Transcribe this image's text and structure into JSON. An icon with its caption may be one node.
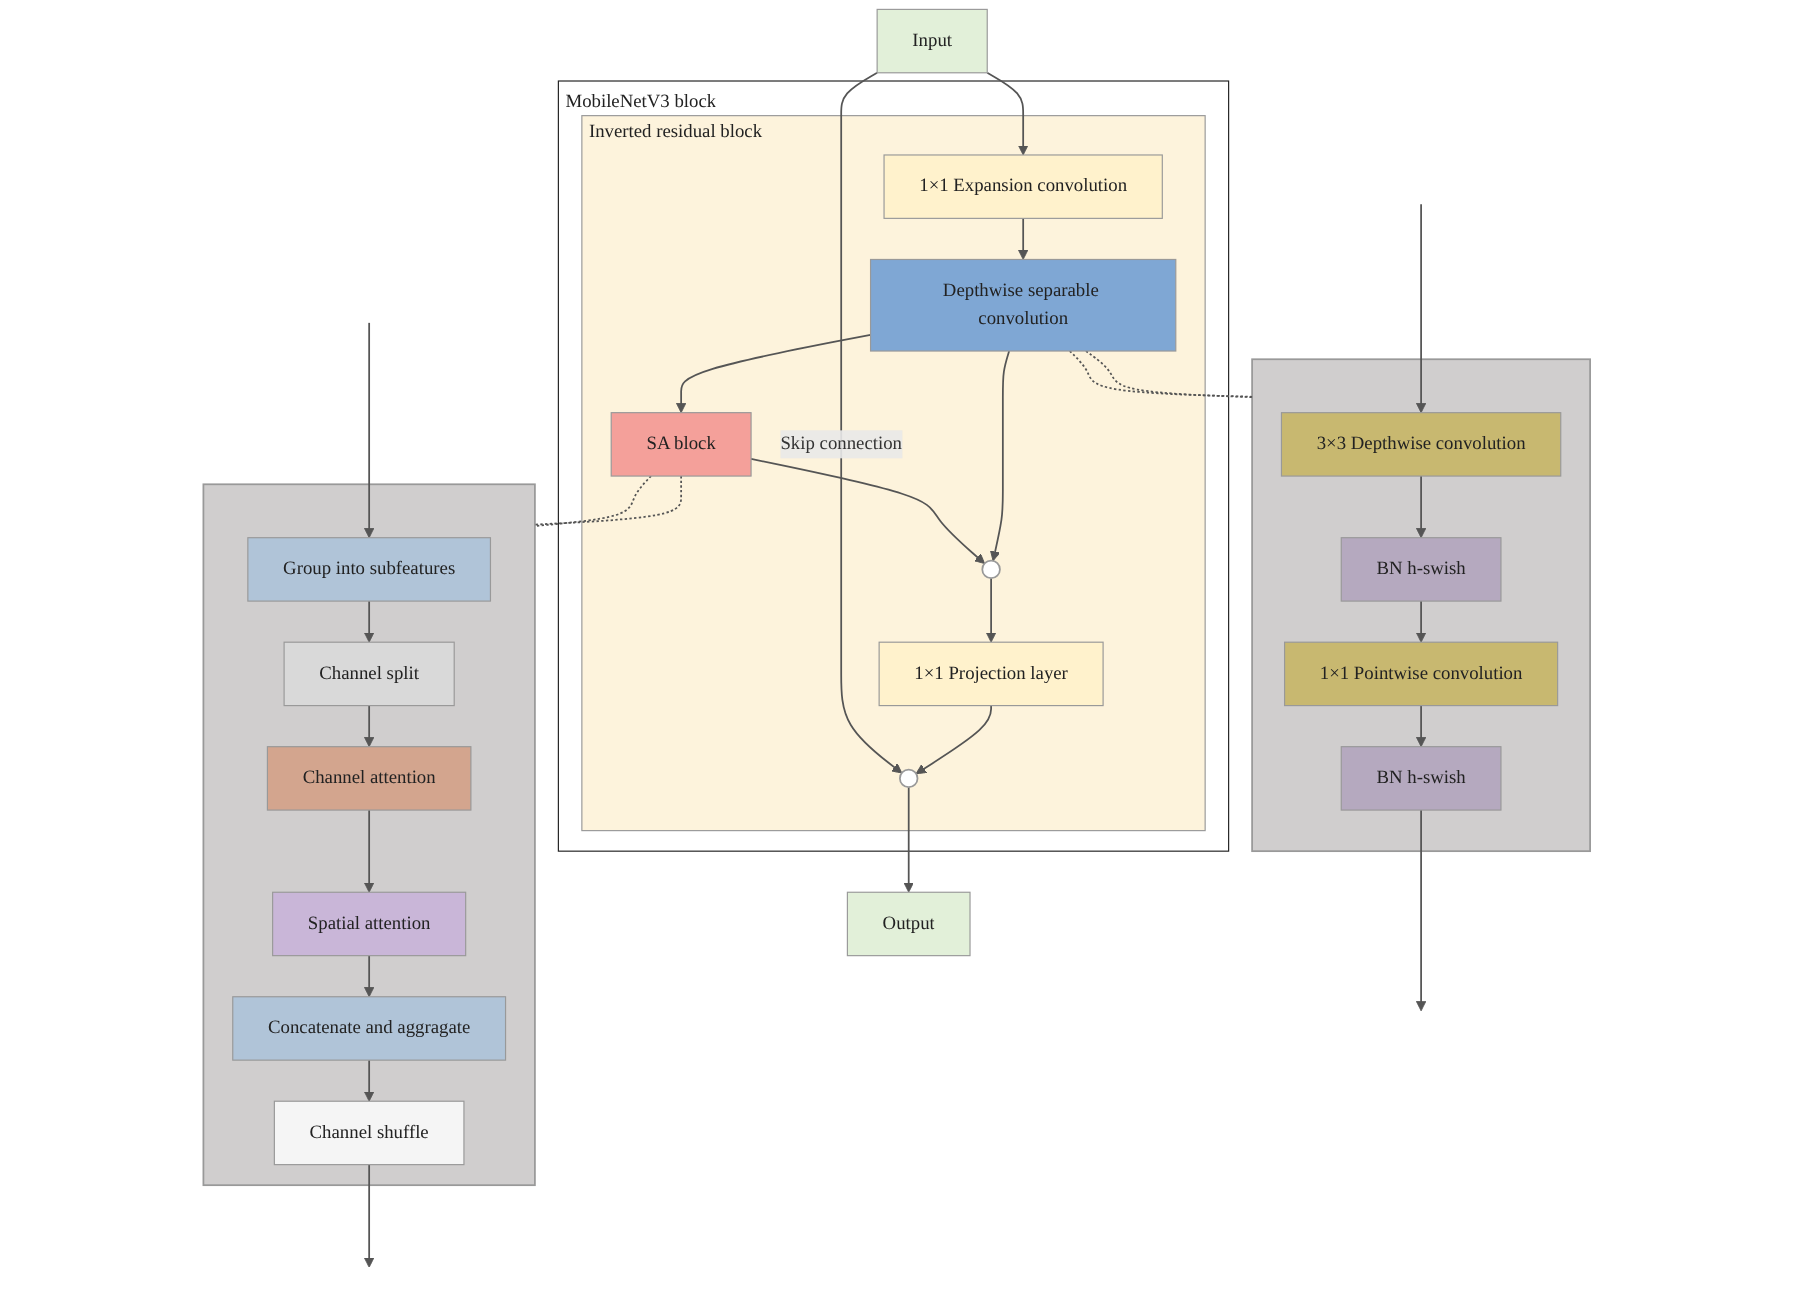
{
  "diagram": {
    "nodes": [
      {
        "text": [
          "Input"
        ]
      },
      {
        "text": [
          "MobileNetV3 block"
        ]
      },
      {
        "text": [
          "Inverted residual block"
        ],
        "in": 1
      },
      {
        "text": [
          "1×1 Expansion convolution"
        ],
        "in": 2
      },
      {
        "text": [
          "Depthwise separable convolution"
        ],
        "in": 2
      },
      {
        "text": [],
        "shape": "circle",
        "in": 2
      },
      {
        "text": [
          "SA block"
        ],
        "in": 2
      },
      {
        "text": [
          "1×1 Projection layer"
        ],
        "in": 2
      },
      {
        "text": [],
        "shape": "circle",
        "in": 2
      },
      {
        "text": [
          "Output"
        ]
      },
      {
        "text": [],
        "shape": "box"
      },
      {
        "text": [
          "3×3 Depthwise convolution"
        ],
        "in": 10
      },
      {
        "text": [
          "BN h-swish"
        ],
        "in": 10
      },
      {
        "text": [
          "1×1 Pointwise convolution"
        ],
        "in": 10
      },
      {
        "text": [
          "BN h-swish"
        ],
        "in": 10
      },
      {
        "text": [],
        "shape": "box"
      },
      {
        "text": [
          "Group into subfeatures"
        ],
        "in": 15
      },
      {
        "text": [
          "Channel split"
        ],
        "in": 15
      },
      {
        "text": [
          "Channel attention"
        ],
        "in": 15
      },
      {
        "text": [
          "Spatial attention"
        ],
        "in": 15
      },
      {
        "text": [
          "Concatenate and aggragate"
        ],
        "in": 15
      },
      {
        "text": [
          "Channel shuffle"
        ],
        "in": 15
      }
    ],
    "edges": [
      {
        "from": 0,
        "to": 3,
        "arrow": "to"
      },
      {
        "from": 3,
        "to": 4,
        "arrow": "to"
      },
      {
        "from": 4,
        "to": 5,
        "arrow": "to"
      },
      {
        "from": 4,
        "to": 6,
        "arrow": "to"
      },
      {
        "from": 6,
        "to": 5,
        "arrow": "to"
      },
      {
        "from": 5,
        "to": 7,
        "arrow": "to"
      },
      {
        "from": 7,
        "to": 8,
        "arrow": "to"
      },
      {
        "from": 0,
        "to": 8,
        "arrow": "to",
        "label": "Skip connection"
      },
      {
        "from": 8,
        "to": 9,
        "arrow": "to"
      },
      {
        "from": 4,
        "to": 10,
        "arrow": "none",
        "style": "dashed"
      },
      {
        "from": 4,
        "to": 10,
        "arrow": "none",
        "style": "dashed"
      },
      {
        "from": 6,
        "to": 15,
        "arrow": "none",
        "style": "dashed"
      },
      {
        "from": 6,
        "to": 15,
        "arrow": "none",
        "style": "dashed"
      },
      {
        "from": null,
        "to": 11,
        "arrow": "to"
      },
      {
        "from": 11,
        "to": 12,
        "arrow": "to"
      },
      {
        "from": 12,
        "to": 13,
        "arrow": "to"
      },
      {
        "from": 13,
        "to": 14,
        "arrow": "to"
      },
      {
        "from": 14,
        "to": null,
        "arrow": "to"
      },
      {
        "from": null,
        "to": 16,
        "arrow": "to"
      },
      {
        "from": 16,
        "to": 17,
        "arrow": "to"
      },
      {
        "from": 17,
        "to": 18,
        "arrow": "to"
      },
      {
        "from": 18,
        "to": 19,
        "arrow": "to"
      },
      {
        "from": 19,
        "to": 20,
        "arrow": "to"
      },
      {
        "from": 20,
        "to": 21,
        "arrow": "to"
      },
      {
        "from": 21,
        "to": null,
        "arrow": "to"
      }
    ]
  }
}
